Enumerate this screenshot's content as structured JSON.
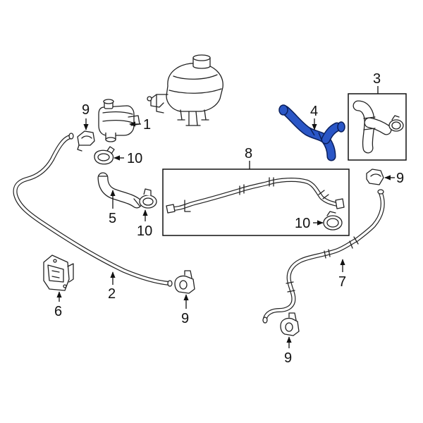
{
  "callouts": {
    "c1": "1",
    "c2": "2",
    "c3": "3",
    "c4": "4",
    "c5": "5",
    "c6": "6",
    "c7": "7",
    "c8": "8",
    "c9a": "9",
    "c9b": "9",
    "c9c": "9",
    "c9d": "9",
    "c10a": "10",
    "c10b": "10",
    "c10c": "10"
  },
  "colors": {
    "highlight": "#2a56c6",
    "line": "#222222"
  }
}
